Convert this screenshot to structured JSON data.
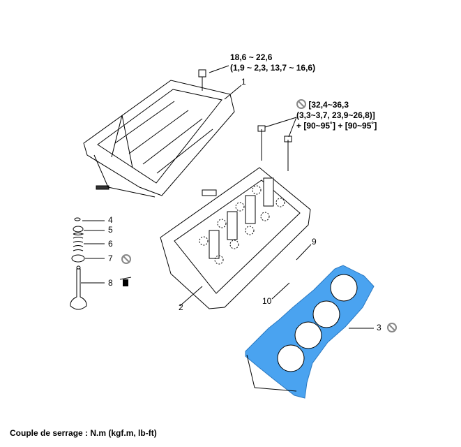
{
  "torque_bedplate": {
    "line1": "18,6 ~ 22,6",
    "line2": "(1,9 ~ 2,3, 13,7 ~ 16,6)"
  },
  "torque_headbolt": {
    "line1": "[32,4~36,3",
    "line2": "(3,3~3,7, 23,9~26,8)]",
    "line3": "+ [90~95˚] + [90~95˚]"
  },
  "callouts": [
    "1",
    "2",
    "3",
    "4",
    "5",
    "6",
    "7",
    "8",
    "9",
    "10"
  ],
  "colors": {
    "gasket": "#4aa3f0",
    "line": "#000000",
    "noreuse": "#888888"
  },
  "icons": [
    "no-reuse-icon",
    "oil-can-icon",
    "sealant-tube-icon"
  ],
  "footer": "Couple de serrage : N.m (kgf.m, lb-ft)"
}
